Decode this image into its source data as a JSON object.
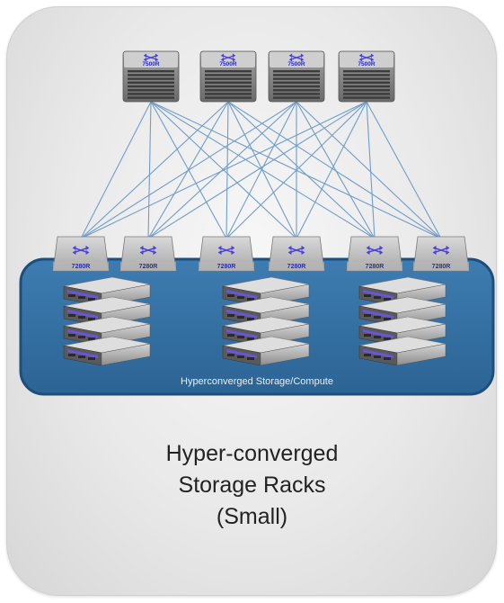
{
  "spine_switches": [
    {
      "label": "7500R"
    },
    {
      "label": "7500R"
    },
    {
      "label": "7500R"
    },
    {
      "label": "7500R"
    }
  ],
  "leaf_switches": [
    {
      "label": "7280R"
    },
    {
      "label": "7280R"
    },
    {
      "label": "7280R"
    },
    {
      "label": "7280R"
    },
    {
      "label": "7280R"
    },
    {
      "label": "7280R"
    }
  ],
  "rack_box_label": "Hyperconverged Storage/Compute",
  "server_stacks": [
    {
      "name": "server-stack-1"
    },
    {
      "name": "server-stack-2"
    },
    {
      "name": "server-stack-3"
    }
  ],
  "caption": {
    "line1": "Hyper-converged",
    "line2": "Storage Racks",
    "line3": "(Small)"
  },
  "colors": {
    "link": "#6f9dc9",
    "rack_box": "#3470a3",
    "rack_border": "#1e4e7b",
    "switch_label": "#2a2ab8",
    "switch_icon": "#4a3fd6"
  }
}
